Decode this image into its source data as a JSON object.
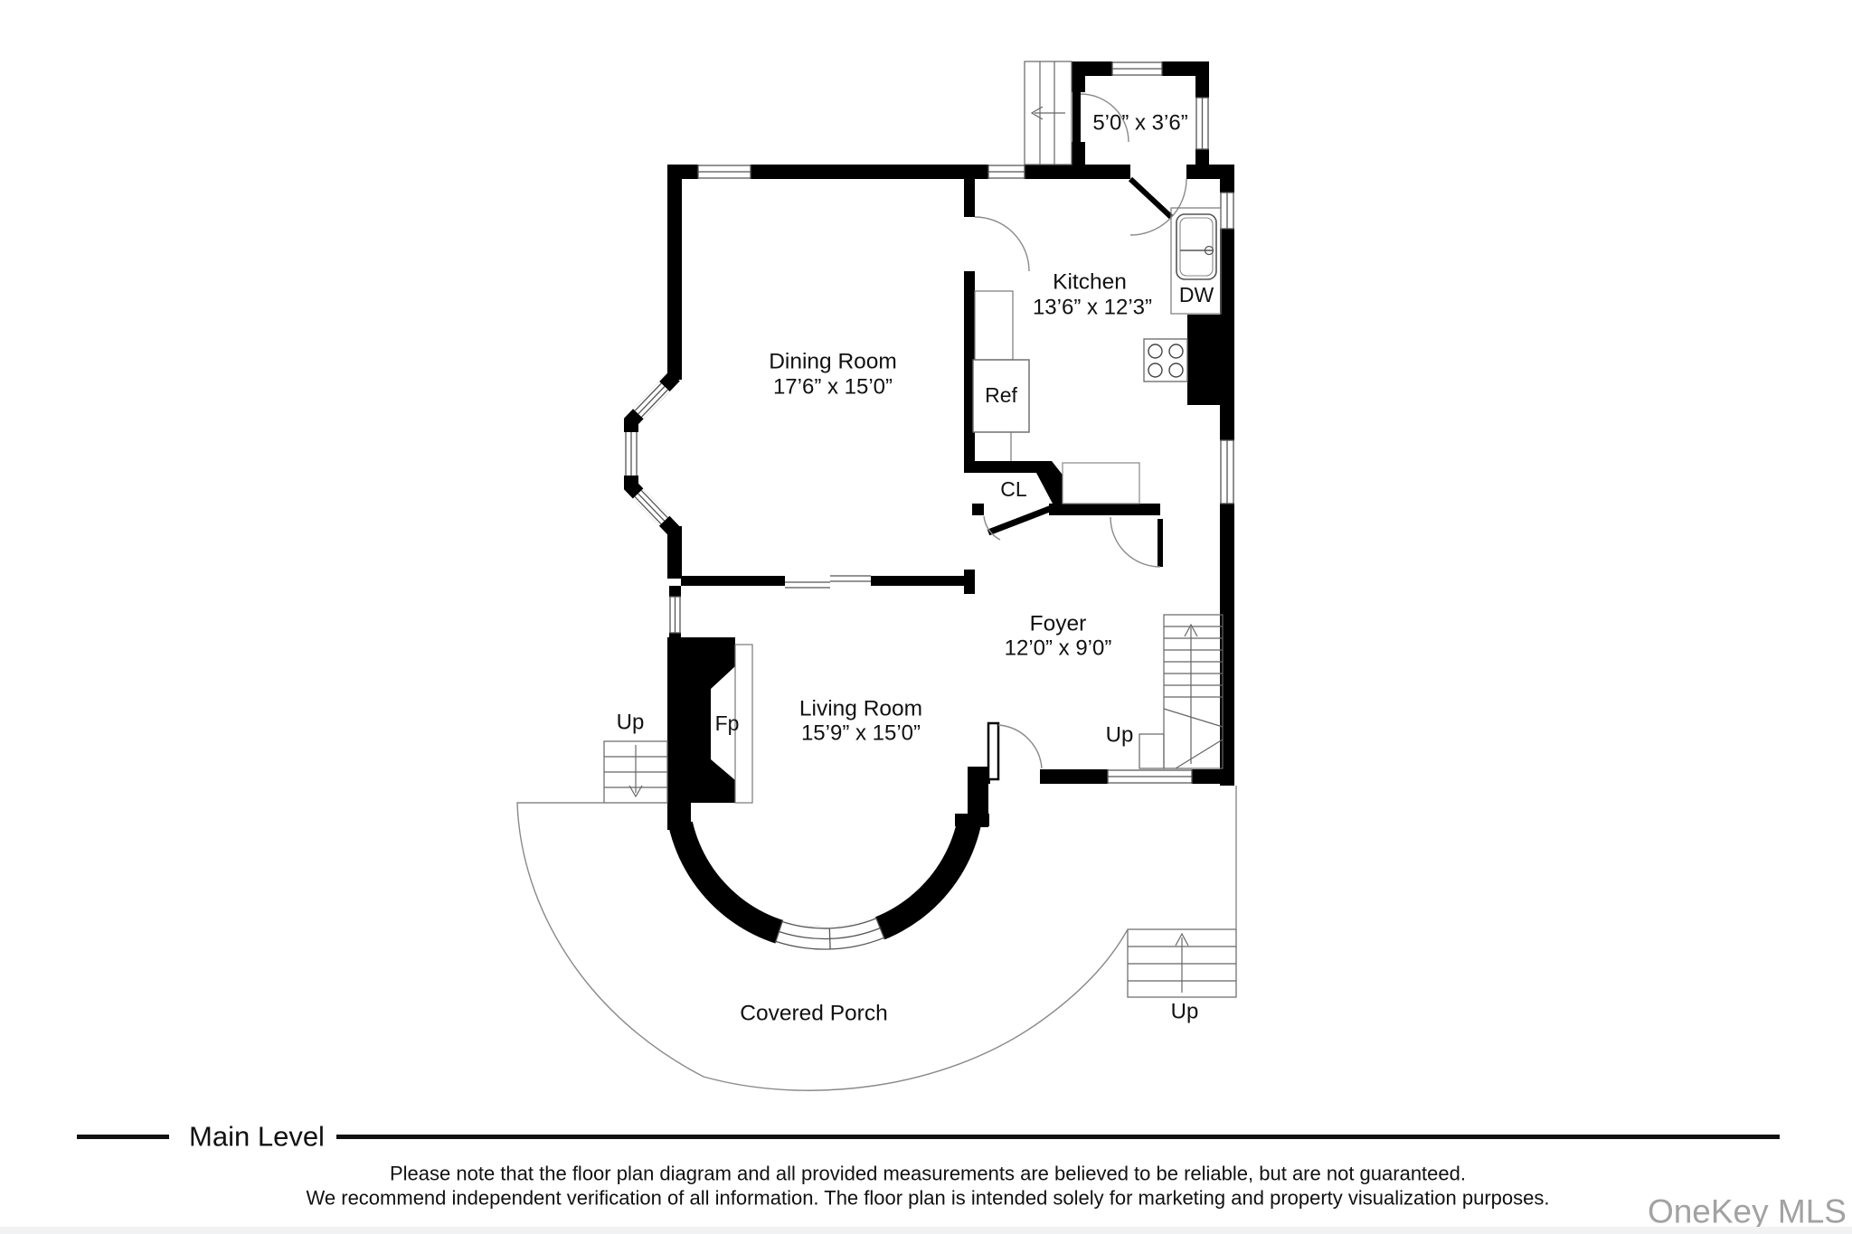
{
  "plan": {
    "rooms": {
      "vestibule": {
        "dims": "5’0” x 3’6”"
      },
      "kitchen": {
        "name": "Kitchen",
        "dims": "13’6” x 12’3”"
      },
      "dining_room": {
        "name": "Dining Room",
        "dims": "17’6” x 15’0”"
      },
      "living_room": {
        "name": "Living Room",
        "dims": "15’9” x 15’0”"
      },
      "foyer": {
        "name": "Foyer",
        "dims": "12’0” x 9’0”"
      },
      "covered_porch": {
        "name": "Covered Porch"
      }
    },
    "fixtures": {
      "refrigerator": "Ref",
      "dishwasher": "DW",
      "closet": "CL",
      "fireplace": "Fp"
    },
    "stairs": {
      "foyer_up": "Up",
      "side_up": "Up",
      "porch_up": "Up"
    }
  },
  "footer": {
    "level": "Main Level",
    "disclaimer_line_1": "Please note that the floor plan diagram and all provided measurements are believed to be reliable, but are not guaranteed.",
    "disclaimer_line_2": "We recommend independent verification of all information. The floor plan is intended solely for marketing and property visualization purposes.",
    "watermark": "OneKey MLS"
  },
  "colors": {
    "wall": "#000000",
    "thin_line": "#555555",
    "watermark": "#a2a2a2",
    "text": "#111111",
    "background": "#ffffff"
  }
}
